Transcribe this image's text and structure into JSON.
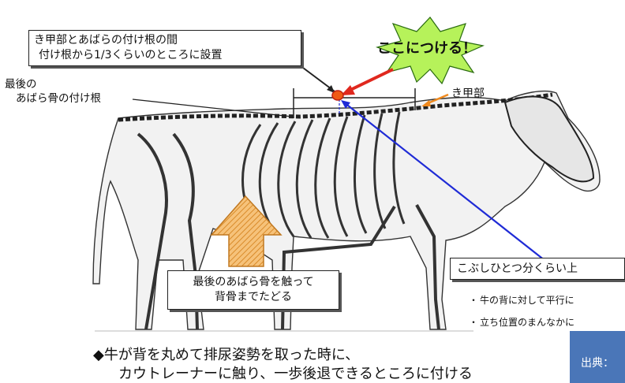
{
  "callouts": {
    "top_line1": "き甲部とあばらの付け根の間",
    "top_line2": "付け根から1/3くらいのところに設置",
    "attach_here": "ここにつける！",
    "last_rib_line1": "最後の",
    "last_rib_line2": "あばら骨の付け根",
    "withers": "き甲部",
    "fist_above": "こぶしひとつ分くらい上",
    "rib_trace_line1": "最後のあばら骨を触って",
    "rib_trace_line2": "背骨までたどる"
  },
  "notes": [
    "牛の背に対して平行に",
    "立ち位置のまんなかに"
  ],
  "bottom": {
    "line1": "◆牛が背を丸めて排尿姿勢を取った時に、",
    "line2": "カウトレーナーに触り、一歩後退できるところに付ける"
  },
  "source_label": "出典：",
  "colors": {
    "star_fill": "#b6f25a",
    "red_arrow": "#e0281e",
    "orange_arrow": "#f08a1e",
    "blue_line": "#1f2bd6",
    "source_box": "#4a76b8",
    "marker": "#f05a14"
  },
  "icons": {
    "bullet": "・",
    "diamond": "◆"
  }
}
